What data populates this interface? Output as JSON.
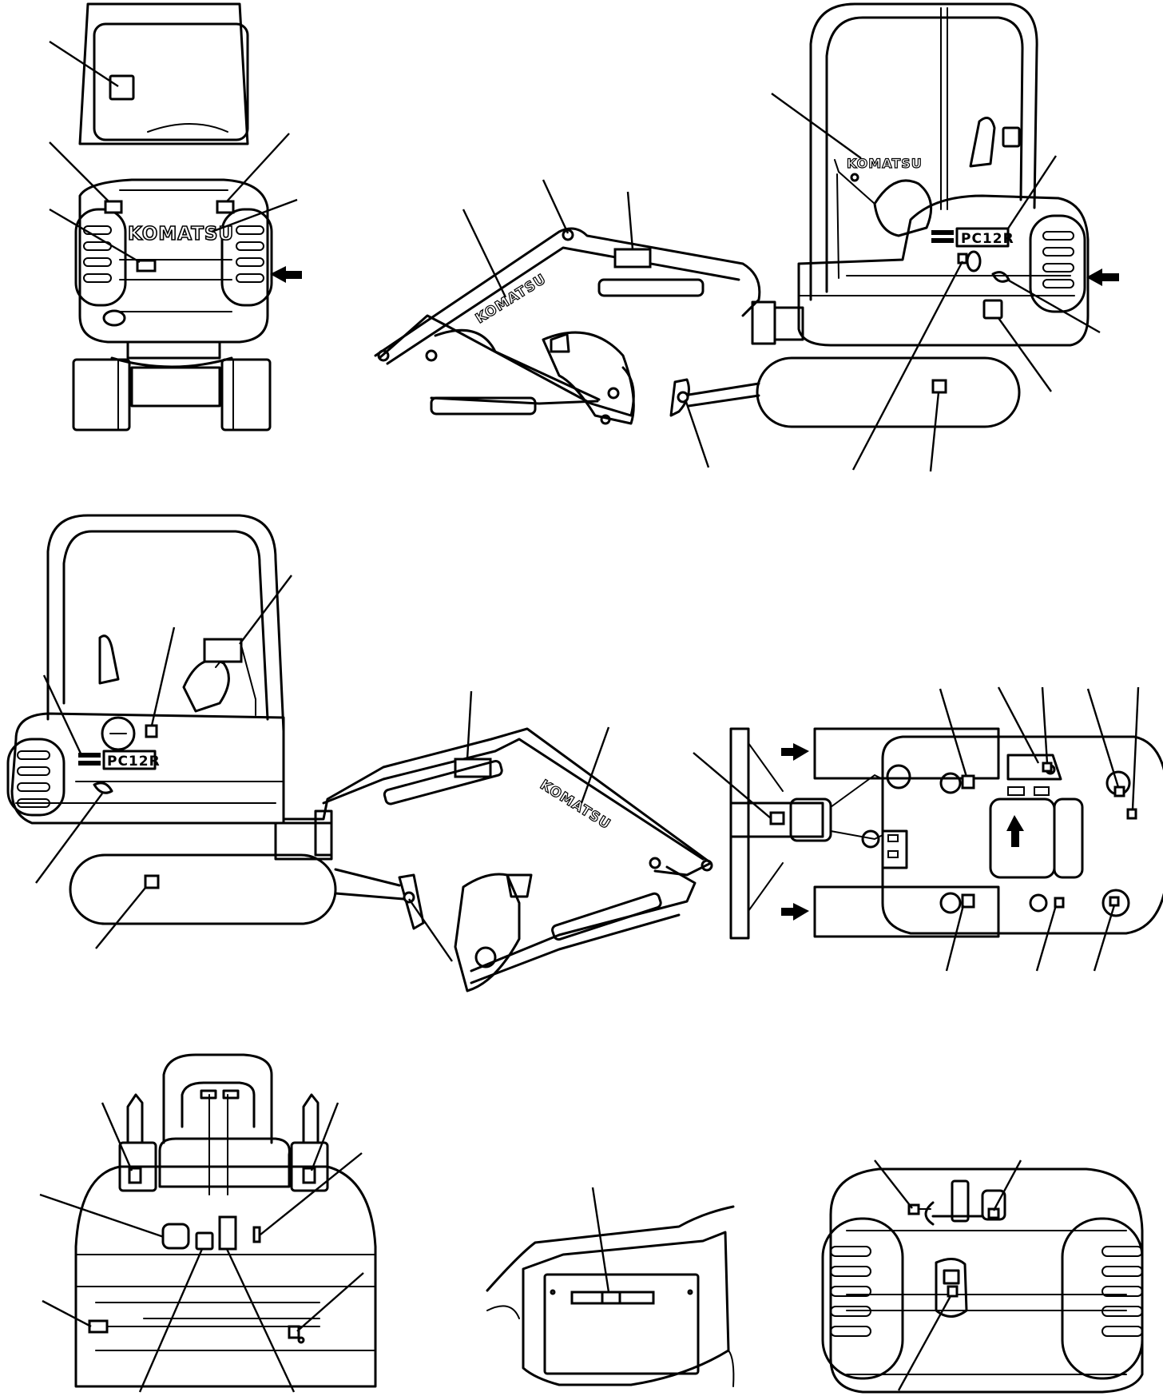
{
  "views": {
    "rear_elevation": {
      "logo": "KOMATSU"
    },
    "right_elevation": {
      "logo_cab": "KOMATSU",
      "logo_boom": "KOMATSU",
      "model": "PC12R"
    },
    "left_elevation": {
      "logo_boom": "KOMATSU",
      "model": "PC12R"
    },
    "top_plan": {},
    "operator_station": {},
    "tool_box_detail": {},
    "rear_cover": {}
  }
}
